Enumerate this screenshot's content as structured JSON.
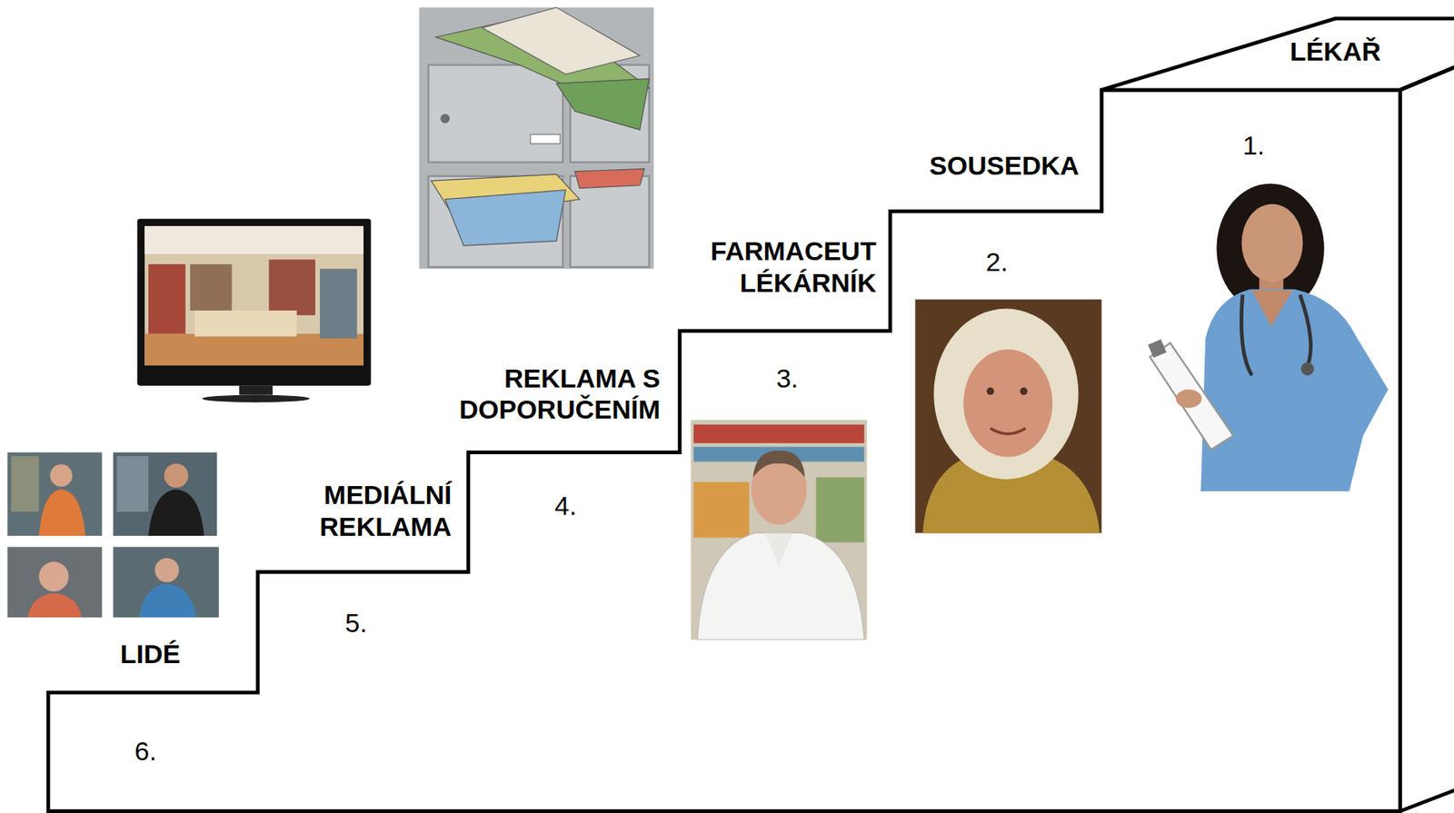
{
  "diagram": {
    "labels": [
      "LÉKAŘ",
      "1.",
      "SOUSEDKA",
      "2.",
      "FARMACEUT LÉKÁRNÍK",
      "3.",
      "REKLAMA S DOPORUČENÍM",
      "4.",
      "MEDIÁLNÍ REKLAMA",
      "5.",
      "LIDÉ",
      "6."
    ]
  }
}
